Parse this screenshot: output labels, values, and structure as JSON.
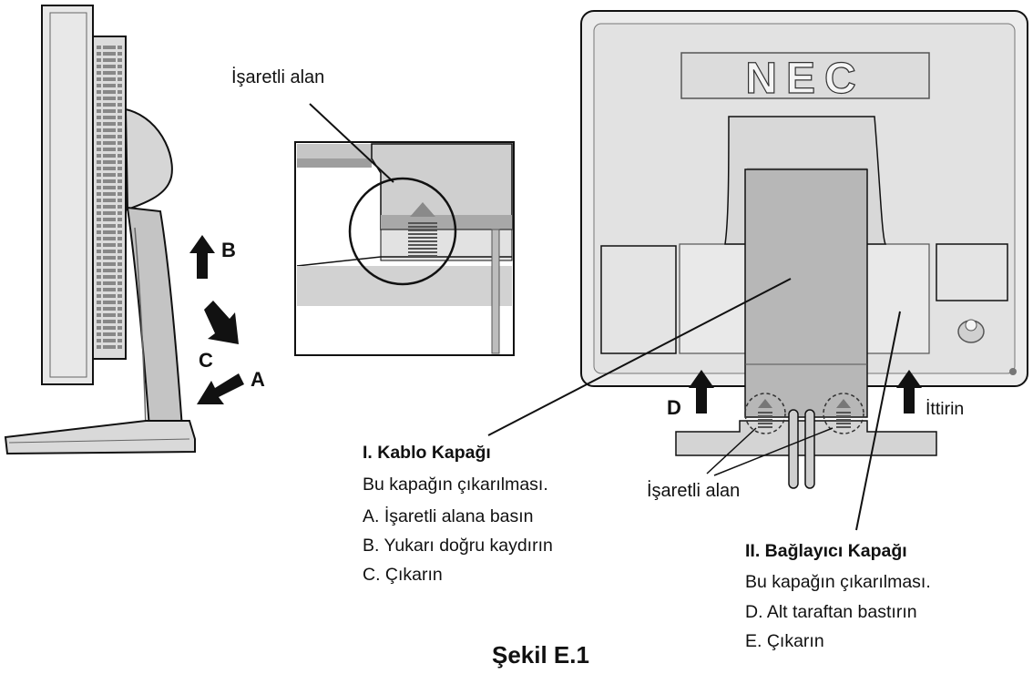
{
  "labels": {
    "marked_area_top": "İşaretli alan",
    "marked_area_bottom": "İşaretli alan",
    "push": "İttirin",
    "step_a": "A",
    "step_b": "B",
    "step_c": "C",
    "step_d": "D",
    "logo": "NEC"
  },
  "cable_cover": {
    "title": "I. Kablo Kapağı",
    "intro": "Bu kapağın çıkarılması.",
    "steps": [
      "A. İşaretli alana basın",
      "B. Yukarı doğru kaydırın",
      "C. Çıkarın"
    ]
  },
  "connector_cover": {
    "title": "II. Bağlayıcı Kapağı",
    "intro": "Bu kapağın çıkarılması.",
    "steps": [
      "D. Alt taraftan bastırın",
      "E. Çıkarın"
    ]
  },
  "figure_caption": "Şekil E.1",
  "colors": {
    "panel": "#e6e6e6",
    "stand": "#bdbdbd",
    "line": "#111111"
  }
}
